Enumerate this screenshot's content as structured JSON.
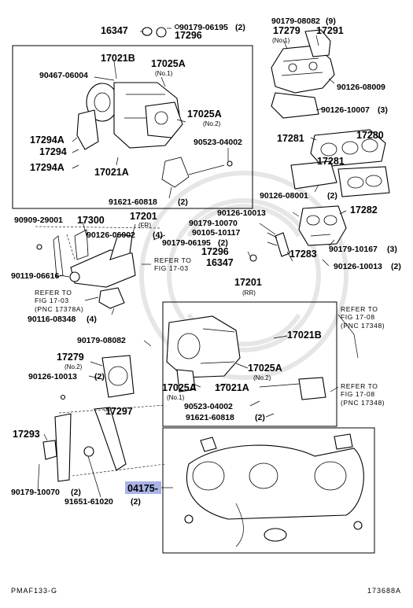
{
  "labels": {
    "l16347a": "16347",
    "l90179_06195a": "90179-06195",
    "l90179_06195a_q": "(2)",
    "l17296a": "17296",
    "l90179_08082a": "90179-08082",
    "l90179_08082a_q": "(9)",
    "l17279a": "17279",
    "l17279a_sub": "(No.1)",
    "l17291": "17291",
    "l17021b_a": "17021B",
    "l17025a_a": "17025A",
    "l17025a_a_sub": "(No.1)",
    "l90467": "90467-06004",
    "l90126_08009": "90126-08009",
    "l90126_10007": "90126-10007",
    "l90126_10007_q": "(3)",
    "l17025a_b": "17025A",
    "l17025a_b_sub": "(No.2)",
    "l17281a": "17281",
    "l17280": "17280",
    "l17294a_1": "17294A",
    "l17294": "17294",
    "l17294a_2": "17294A",
    "l90523_a": "90523-04002",
    "l17021a_a": "17021A",
    "l17281b": "17281",
    "l90126_08001": "90126-08001",
    "l90126_08001_q": "(2)",
    "l91621_a": "91621-60818",
    "l91621_a_q": "(2)",
    "l90126_10013a": "90126-10013",
    "l17282": "17282",
    "l90909": "90909-29001",
    "l17300": "17300",
    "l17201_fr": "17201",
    "l17201_fr_sub": "(FR)",
    "l90179_10070a": "90179-10070",
    "l90126_06002": "90126-06002",
    "l90126_06002_q": "(4)",
    "l90105": "90105-10117",
    "l90179_06195b": "90179-06195",
    "l90179_06195b_q": "(2)",
    "l17296b": "17296",
    "l16347b": "16347",
    "l17283": "17283",
    "l90179_10167": "90179-10167",
    "l90179_10167_q": "(3)",
    "l90126_10013b": "90126-10013",
    "l90126_10013b_q": "(2)",
    "l90119": "90119-06616",
    "ref1_a": "REFER TO",
    "ref1_b": "FIG 17-03",
    "l17201_rr": "17201",
    "l17201_rr_sub": "(RR)",
    "ref2_a": "REFER TO",
    "ref2_b": "FIG 17-03",
    "ref2_c": "(PNC 17378A)",
    "l90116": "90116-08348",
    "l90116_q": "(4)",
    "ref3_a": "REFER TO",
    "ref3_b": "FIG 17-08",
    "ref3_c": "(PNC 17348)",
    "l90179_08082b": "90179-08082",
    "l17021b_b": "17021B",
    "l17279b": "17279",
    "l17279b_sub": "(No.2)",
    "l90126_10013c": "90126-10013",
    "l90126_10013c_q": "(2)",
    "l17025a_c": "17025A",
    "l17025a_c_sub": "(No.2)",
    "ref4_a": "REFER TO",
    "ref4_b": "FIG 17-08",
    "ref4_c": "(PNC 17348)",
    "l17025a_d": "17025A",
    "l17025a_d_sub": "(No.1)",
    "l17021a_b": "17021A",
    "l17297": "17297",
    "l90523_b": "90523-04002",
    "l91621_b": "91621-60818",
    "l91621_b_q": "(2)",
    "l17293": "17293",
    "l04175": "04175-",
    "l90179_10070b": "90179-10070",
    "l90179_10070b_q": "(2)",
    "l91651": "91651-61020",
    "l91651_q": "(2)"
  },
  "footer": {
    "left": "PMAF133-G",
    "right": "173688A"
  },
  "colors": {
    "ink": "#000000",
    "highlight": "#a9b4e6",
    "watermark": "#e6e6e6"
  }
}
